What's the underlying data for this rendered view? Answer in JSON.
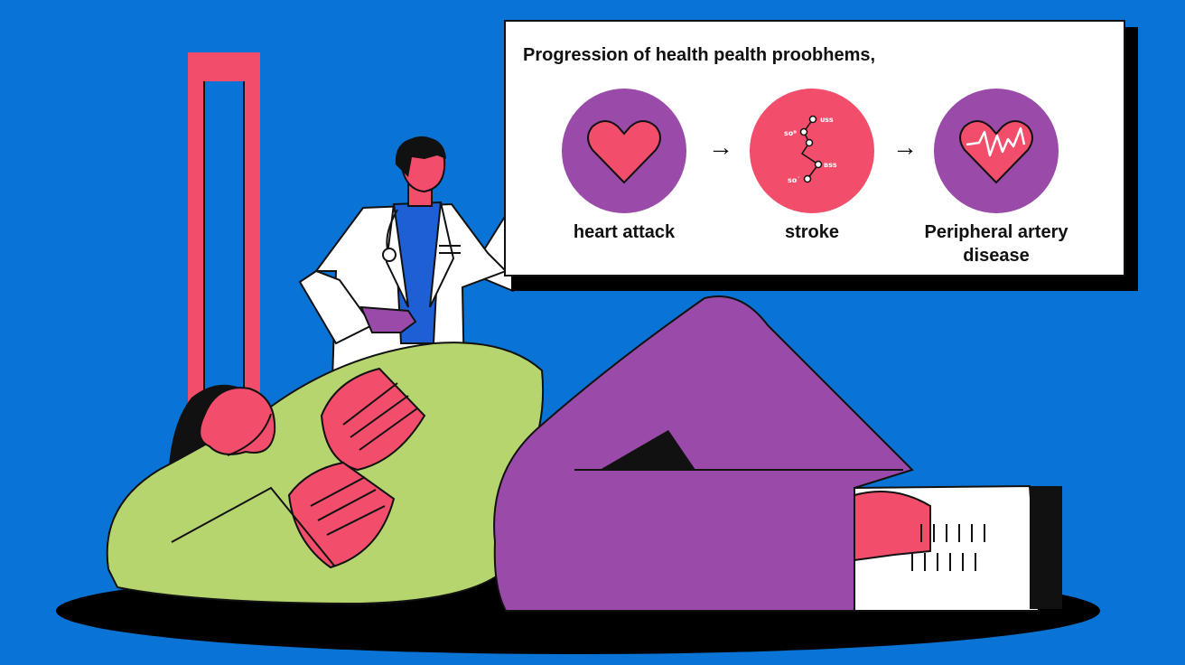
{
  "board": {
    "title": "Progression of health pealth proobhems,"
  },
  "stages": [
    {
      "label": "heart attack",
      "icon": "heart-icon",
      "color": "#9a4aa8"
    },
    {
      "label": "stroke",
      "icon": "neural-pathway-icon",
      "color": "#f24d6a",
      "annotations": [
        "ᴜss",
        "sᴏᴮ",
        "ʙss",
        "sᴏ˙"
      ]
    },
    {
      "label": "Peripheral artery disease",
      "icon": "heartbeat-heart-icon",
      "color": "#9a4aa8"
    }
  ],
  "arrow_glyph": "→",
  "colors": {
    "background": "#0a74d6",
    "pink": "#f24d6a",
    "purple": "#9a4aa8",
    "green": "#b6d56e",
    "black": "#111111",
    "white": "#ffffff"
  }
}
